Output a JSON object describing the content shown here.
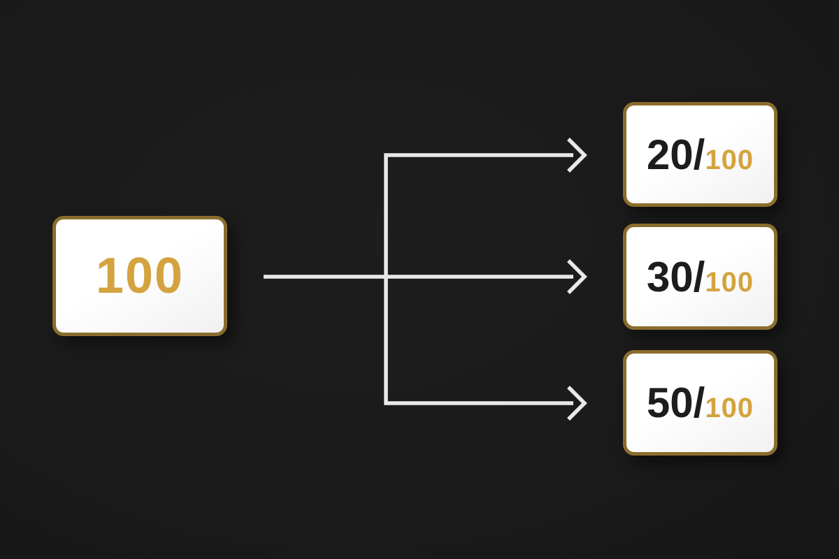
{
  "colors": {
    "bg": "#1a1a1a",
    "card_bg": "#ffffff",
    "card_border": "#8a6d2d",
    "gold": "#d4a33f",
    "ink": "#1d1d1d",
    "arrow": "#e8e8e8"
  },
  "source_box": {
    "value": "100"
  },
  "result_boxes": [
    {
      "numerator": "20",
      "separator": "/",
      "denominator": "100"
    },
    {
      "numerator": "30",
      "separator": "/",
      "denominator": "100"
    },
    {
      "numerator": "50",
      "separator": "/",
      "denominator": "100"
    }
  ]
}
